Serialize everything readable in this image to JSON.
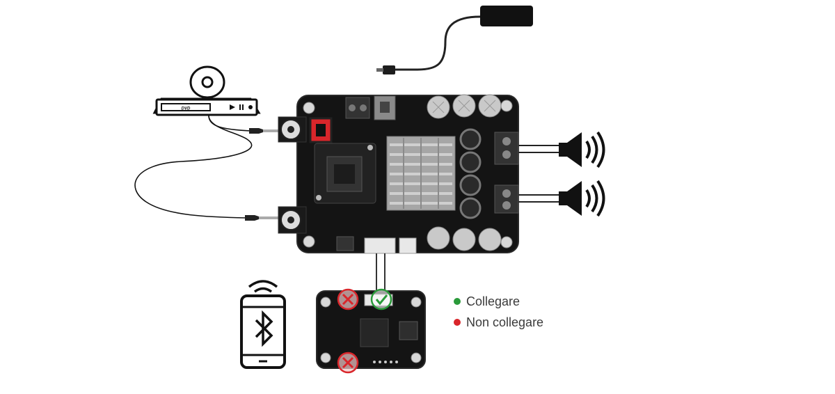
{
  "dvd_player": {
    "label": "DVD",
    "icon": "dvd-player-icon"
  },
  "legend": {
    "items": [
      {
        "label": "Collegare",
        "color": "#2a9a3a",
        "meaning": "connect"
      },
      {
        "label": "Non collegare",
        "color": "#d9262b",
        "meaning": "do-not-connect"
      }
    ]
  },
  "colors": {
    "board": "#141414",
    "board_edge": "#2a2a2a",
    "heatsink": "#a6a6a6",
    "ok": "#2a9a3a",
    "no": "#d9262b",
    "input_red": "#d9262b"
  }
}
